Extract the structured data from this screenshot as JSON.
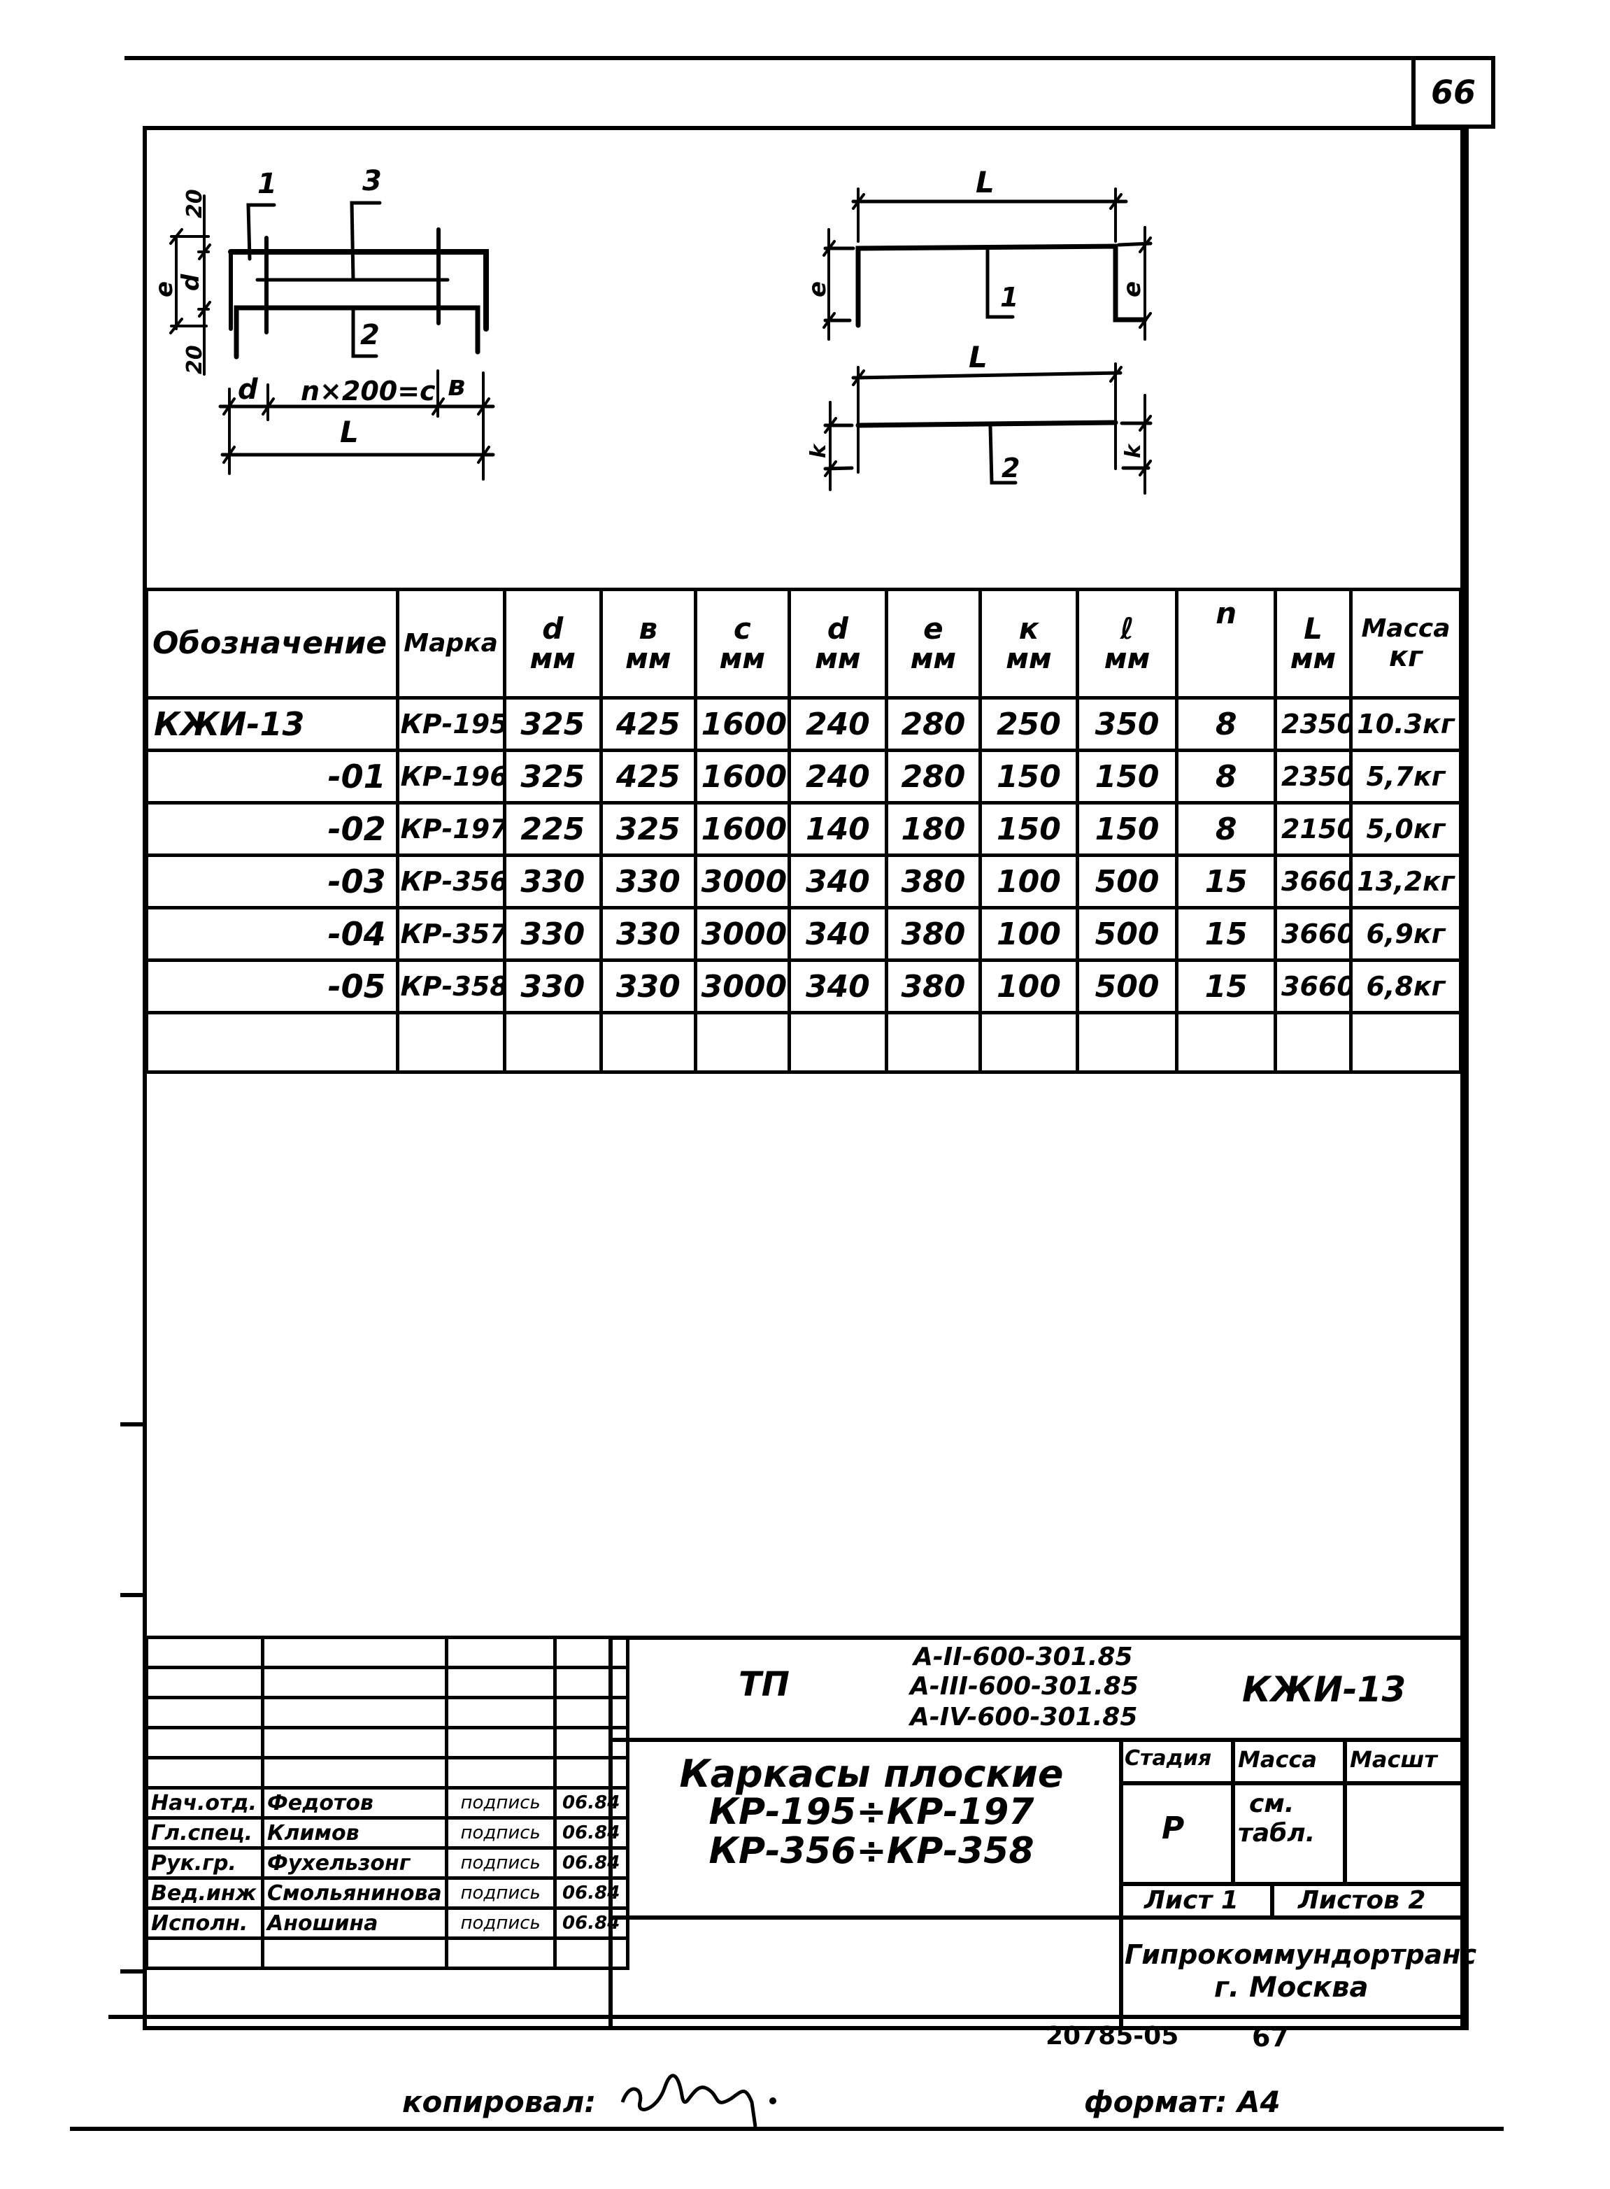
{
  "sheet_number_top": "66",
  "drawing_left": {
    "callouts": [
      "1",
      "3",
      "2"
    ],
    "dim_labels": {
      "top_offset": "20",
      "bottom_offset": "20",
      "e": "e",
      "d_vertical": "d",
      "d": "d",
      "span": "n×200=c",
      "b": "в",
      "L": "L"
    }
  },
  "drawing_right": {
    "top": {
      "L": "L",
      "callout": "1",
      "side_dim": "e"
    },
    "bottom": {
      "L": "L",
      "callout": "2",
      "side_dim": "k"
    }
  },
  "spec_table": {
    "headers": [
      {
        "label": "Обозначение",
        "unit": ""
      },
      {
        "label": "Марка",
        "unit": ""
      },
      {
        "label": "d",
        "unit": "мм"
      },
      {
        "label": "в",
        "unit": "мм"
      },
      {
        "label": "c",
        "unit": "мм"
      },
      {
        "label": "d",
        "unit": "мм"
      },
      {
        "label": "e",
        "unit": "мм"
      },
      {
        "label": "к",
        "unit": "мм"
      },
      {
        "label": "ℓ",
        "unit": "мм"
      },
      {
        "label": "n",
        "unit": ""
      },
      {
        "label": "L",
        "unit": "мм"
      },
      {
        "label": "Масса",
        "unit": "кг"
      }
    ],
    "rows": [
      [
        "КЖИ-13",
        "КР-195",
        "325",
        "425",
        "1600",
        "240",
        "280",
        "250",
        "350",
        "8",
        "2350",
        "10.3кг"
      ],
      [
        "-01",
        "КР-196",
        "325",
        "425",
        "1600",
        "240",
        "280",
        "150",
        "150",
        "8",
        "2350",
        "5,7кг"
      ],
      [
        "-02",
        "КР-197",
        "225",
        "325",
        "1600",
        "140",
        "180",
        "150",
        "150",
        "8",
        "2150",
        "5,0кг"
      ],
      [
        "-03",
        "КР-356",
        "330",
        "330",
        "3000",
        "340",
        "380",
        "100",
        "500",
        "15",
        "3660",
        "13,2кг"
      ],
      [
        "-04",
        "КР-357",
        "330",
        "330",
        "3000",
        "340",
        "380",
        "100",
        "500",
        "15",
        "3660",
        "6,9кг"
      ],
      [
        "-05",
        "КР-358",
        "330",
        "330",
        "3000",
        "340",
        "380",
        "100",
        "500",
        "15",
        "3660",
        "6,8кг"
      ]
    ]
  },
  "title_block": {
    "signatures": [
      {
        "role": "Нач.отд.",
        "name": "Федотов",
        "signature": "подпись",
        "date": "06.84"
      },
      {
        "role": "Гл.спец.",
        "name": "Климов",
        "signature": "подпись",
        "date": "06.84"
      },
      {
        "role": "Рук.гр.",
        "name": "Фухельзонг",
        "signature": "подпись",
        "date": "06.84"
      },
      {
        "role": "Вед.инж",
        "name": "Смольянинова",
        "signature": "подпись",
        "date": "06.84"
      },
      {
        "role": "Исполн.",
        "name": "Аношина",
        "signature": "подпись",
        "date": "06.84"
      }
    ],
    "project_type": "ТП",
    "project_codes": [
      "А-II-600-301.85",
      "А-III-600-301.85",
      "А-IV-600-301.85"
    ],
    "document_code": "КЖИ-13",
    "title_lines": [
      "Каркасы плоские",
      "КР-195÷КР-197",
      "КР-356÷КР-358"
    ],
    "stage_label": "Стадия",
    "mass_label": "Масса",
    "scale_label": "Масшт",
    "stage_value": "Р",
    "mass_value_lines": [
      "см.",
      "табл."
    ],
    "scale_value": "",
    "sheet_label": "Лист 1",
    "sheets_label": "Листов 2",
    "organization_lines": [
      "Гипрокоммундортранс",
      "г. Москва"
    ]
  },
  "footer": {
    "archive_number": "20785-05",
    "page_number": "67",
    "copied_label": "копировал:",
    "copied_signature": "подпись",
    "format_label": "формат: А4"
  }
}
